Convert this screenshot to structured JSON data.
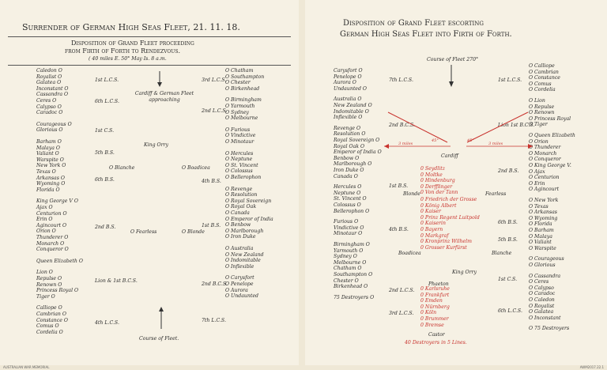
{
  "left": {
    "title": "Surrender of German High Seas Fleet, 21. 11. 18.",
    "subtitle1": "Disposition of Grand Fleet proceeding",
    "subtitle2": "from Firth of Forth to Rendezvous.",
    "subtitle3": "( 40 miles E. 50° May Is. 8 a.m.",
    "groups_left": [
      [
        "Caledon",
        "Royalist",
        "Galatea",
        "Inconstant",
        "Cassandra",
        "Ceres",
        "Calypso",
        "Caradoc"
      ],
      [
        "Courageous",
        "Glorious"
      ],
      [
        "Barham",
        "Malaya",
        "Valiant",
        "Warspite",
        "New York",
        "Texas",
        "Arkansas",
        "Wyoming",
        "Florida"
      ],
      [
        "King George V",
        "Ajax",
        "Centurion",
        "Erin",
        "Agincourt",
        "Orion",
        "Thunderer",
        "Monarch",
        "Conqueror"
      ],
      [
        "Queen Elizabeth"
      ],
      [
        "Lion",
        "Repulse",
        "Renown",
        "Princess Royal",
        "Tiger"
      ],
      [
        "Calliope",
        "Cambrian",
        "Constance",
        "Comus",
        "Cordelia"
      ]
    ],
    "groups_right": [
      [
        "Chatham",
        "Southampton",
        "Chester",
        "Birkenhead"
      ],
      [
        "Birmingham",
        "Yarmouth",
        "Sydney",
        "Melbourne"
      ],
      [
        "Furious",
        "Vindictive",
        "Minotaur"
      ],
      [
        "Hercules",
        "Neptune",
        "St. Vincent",
        "Colossus",
        "Bellerophon"
      ],
      [
        "Revenge",
        "Resolution",
        "Royal Sovereign",
        "Royal Oak",
        "Canada",
        "Emperor of India",
        "Benbow",
        "Marlborough",
        "Iron Duke"
      ],
      [
        "Australia",
        "New Zealand",
        "Indomitable",
        "Inflexible"
      ],
      [
        "Carysfort",
        "Penelope",
        "Aurora",
        "Undaunted"
      ]
    ],
    "labels_left": [
      "1st L.C.S.",
      "6th L.C.S.",
      "1st C.S.",
      "5th B.S.",
      "6th B.S.",
      "2nd B.S.",
      "Lion & 1st B.C.S.",
      "4th L.C.S."
    ],
    "labels_right": [
      "3rd L.C.S.",
      "2nd L.C.S.",
      "4th B.S.",
      "1st B.S.",
      "2nd B.C.S.",
      "7th L.C.S."
    ],
    "center": {
      "cardiff": "Cardiff & German Fleet approaching",
      "king_orry": "King Orry",
      "blanche": "O Blanche",
      "boadicea": "O Boadicea",
      "fearless": "O Fearless",
      "blonde": "O Blonde",
      "course": "Course of Fleet."
    }
  },
  "right": {
    "title1": "Disposition of Grand Fleet escorting",
    "title2": "German High Seas Fleet into Firth of Forth.",
    "course": "Course of Fleet 270°",
    "groups_left": [
      [
        "Carysfort",
        "Penelope",
        "Aurora",
        "Undaunted"
      ],
      [
        "Australia",
        "New Zealand",
        "Indomitable",
        "Inflexible"
      ],
      [
        "Revenge",
        "Resolution",
        "Royal Sovereign",
        "Royal Oak",
        "Emperor of India",
        "Benbow",
        "Marlborough",
        "Iron Duke",
        "Canada"
      ],
      [
        "Hercules",
        "Neptune",
        "St. Vincent",
        "Colossus",
        "Bellerophon"
      ],
      [
        "Furious",
        "Vindictive",
        "Minotaur"
      ],
      [
        "Birmingham",
        "Yarmouth",
        "Sydney",
        "Melbourne",
        "Chatham",
        "Southampton",
        "Chester",
        "Birkenhead"
      ],
      [
        "75 Destroyers"
      ]
    ],
    "groups_right": [
      [
        "Calliope",
        "Cambrian",
        "Constance",
        "Comus",
        "Cordelia"
      ],
      [
        "Lion",
        "Repulse",
        "Renown",
        "Princess Royal",
        "Tiger"
      ],
      [
        "Queen Elizabeth",
        "Orion",
        "Thunderer",
        "Monarch",
        "Conqueror",
        "King George V.",
        "Ajax",
        "Centurion",
        "Erin",
        "Agincourt"
      ],
      [
        "New York",
        "Texas",
        "Arkansas",
        "Wyoming",
        "Florida",
        "Barham",
        "Malaya",
        "Valiant",
        "Warspite"
      ],
      [
        "Courageous",
        "Glorious"
      ],
      [
        "Cassandra",
        "Ceres",
        "Calypso",
        "Caradoc",
        "Caledon",
        "Royalist",
        "Galatea",
        "Inconstant"
      ],
      [
        "75 Destroyers"
      ]
    ],
    "german_battleships": [
      "Friedrich der Grosse",
      "König Albert",
      "Kaiser",
      "Prinz Regent Luitpold",
      "Kaiserin",
      "Bayern",
      "Markgraf",
      "Kronprinz Wilhelm",
      "Grosser Kurfürst"
    ],
    "german_battlecruisers": [
      "Seydlitz",
      "Moltke",
      "Hindenburg",
      "Derfflinger",
      "Von der Tann"
    ],
    "german_cruisers": [
      "Karlsruhe",
      "Frankfurt",
      "Emden",
      "Nürnberg",
      "Köln",
      "Brummer",
      "Bremse"
    ],
    "labels_left": [
      "7th L.C.S.",
      "2nd B.C.S.",
      "1st B.S.",
      "4th B.S.",
      "2nd L.C.S.",
      "3rd L.C.S."
    ],
    "labels_right": [
      "1st L.C.S.",
      "Lion 1st B.C.S.",
      "2nd B.S.",
      "5th B.S.",
      "6th B.S.",
      "1st C.S.",
      "6th L.C.S."
    ],
    "center": {
      "cardiff": "Cardiff",
      "blonde": "Blonde",
      "fearless": "Fearless",
      "boadicea": "Boadicea",
      "blanche": "Blanche",
      "king_orry": "King Orry",
      "phaeton": "Phaeton",
      "castor": "Castor",
      "destroyers": "40 Destroyers in 5 Lines.",
      "miles_left": "3 miles",
      "miles_right": "3 miles",
      "angle1": "45°",
      "angle2": "45°"
    }
  },
  "footer": {
    "left": "AUSTRALIAN WAR MEMORIAL",
    "right": "AWM2017.22.1"
  },
  "colors": {
    "ink": "#2a2a2a",
    "red": "#c8322d",
    "paper": "#f6f1e4"
  }
}
